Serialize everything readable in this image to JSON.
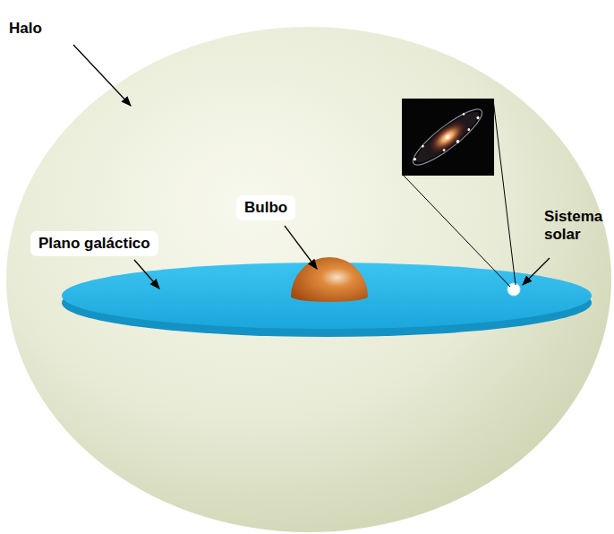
{
  "diagram": {
    "labels": [
      "Halo",
      "Bulbo",
      "Plano galáctico",
      "Sistema solar"
    ]
  }
}
